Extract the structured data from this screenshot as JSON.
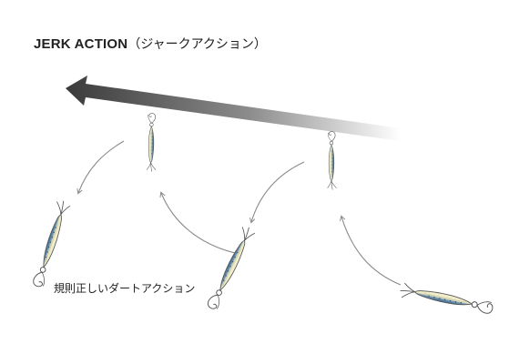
{
  "diagram": {
    "title_en": "JERK ACTION",
    "title_jp": "（ジャークアクション）",
    "caption": "規則正しいダートアクション"
  },
  "colors": {
    "arrow_dark": "#3a3a3a",
    "curve": "#8a8a8a",
    "lure_outline": "#555555",
    "lure_back": "#2f5f86",
    "lure_belly": "#f3f0c8",
    "lure_side": "#c9c2a0"
  },
  "icons": [
    "jig-lure-icon",
    "treble-hook-icon",
    "curved-arrow-icon",
    "direction-arrow-icon"
  ]
}
